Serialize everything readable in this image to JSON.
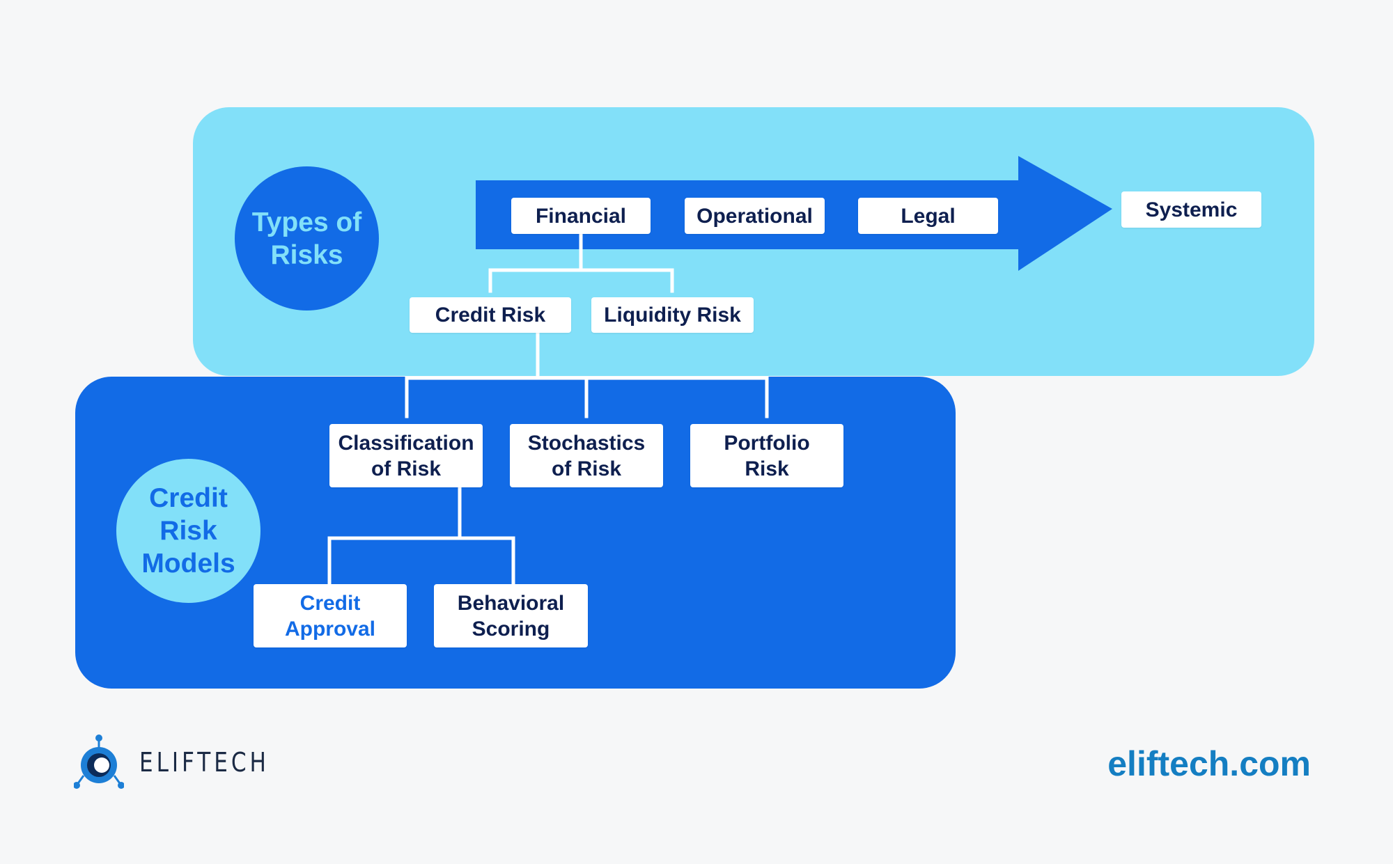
{
  "colors": {
    "light_blue": "#82e0f9",
    "brand_blue": "#126be6",
    "box_text": "#0e1f4f",
    "site_text": "#147ec2",
    "background": "#f6f7f8"
  },
  "types_of_risks": {
    "title": "Types of\nRisks",
    "arrow_items": [
      "Financial",
      "Operational",
      "Legal"
    ],
    "terminal": "Systemic",
    "financial_children": [
      "Credit Risk",
      "Liquidity Risk"
    ]
  },
  "credit_risk_models": {
    "title": "Credit\nRisk\nModels",
    "items": [
      "Classification\nof Risk",
      "Stochastics\nof Risk",
      "Portfolio\nRisk"
    ],
    "classification_children": [
      "Credit\nApproval",
      "Behavioral\nScoring"
    ]
  },
  "footer": {
    "logo_text": "ELIFTECH",
    "logo_icon": "eliftech-logo-icon",
    "website": "eliftech.com"
  }
}
